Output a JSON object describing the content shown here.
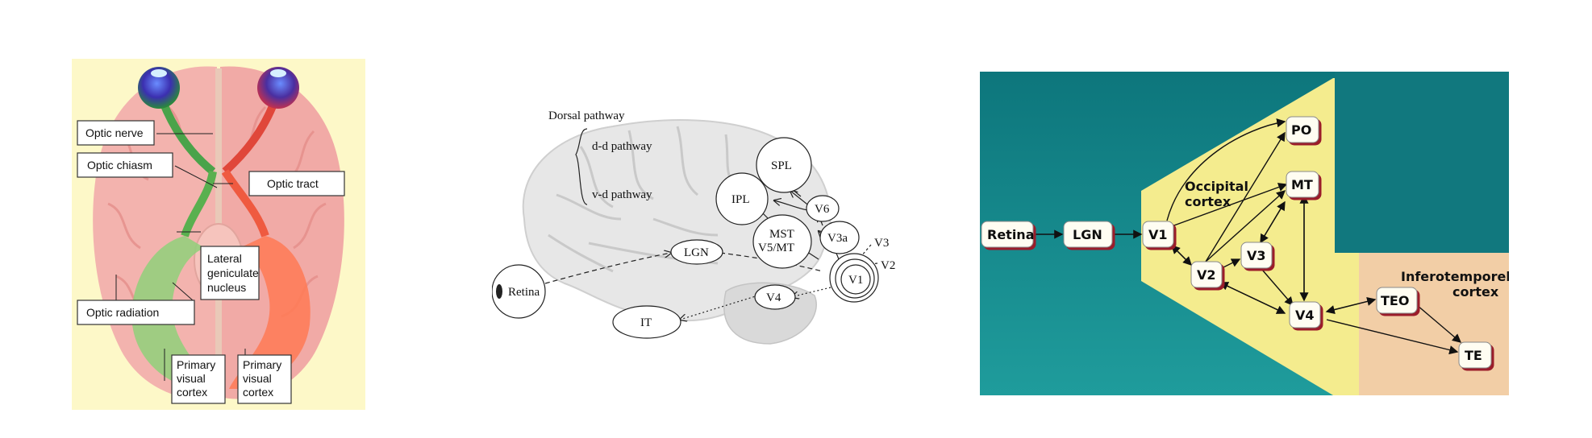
{
  "panel_a": {
    "labels": {
      "optic_nerve": "Optic nerve",
      "optic_chiasm": "Optic chiasm",
      "optic_tract": "Optic tract",
      "lgn_line1": "Lateral",
      "lgn_line2": "geniculate",
      "lgn_line3": "nucleus",
      "optic_radiation": "Optic radiation",
      "pvc_left_line1": "Primary",
      "pvc_left_line2": "visual",
      "pvc_left_line3": "cortex",
      "pvc_right_line1": "Primary",
      "pvc_right_line2": "visual",
      "pvc_right_line3": "cortex"
    }
  },
  "panel_b": {
    "dorsal_pathway": "Dorsal pathway",
    "dd_pathway": "d-d pathway",
    "vd_pathway": "v-d pathway",
    "nodes": {
      "retina": "Retina",
      "lgn": "LGN",
      "it": "IT",
      "v4": "V4",
      "v1": "V1",
      "v2": "V2",
      "v3": "V3",
      "v3a": "V3a",
      "mst_line1": "MST",
      "mst_line2": "V5/MT",
      "v6": "V6",
      "ipl": "IPL",
      "spl": "SPL"
    }
  },
  "panel_c": {
    "occipital_line1": "Occipital",
    "occipital_line2": "cortex",
    "inferotemporal_line1": "Inferotemporel",
    "inferotemporal_line2": "cortex",
    "nodes": {
      "retina": "Retina",
      "lgn": "LGN",
      "v1": "V1",
      "v2": "V2",
      "v3": "V3",
      "v4": "V4",
      "po": "PO",
      "mt": "MT",
      "teo": "TEO",
      "te": "TE"
    }
  }
}
